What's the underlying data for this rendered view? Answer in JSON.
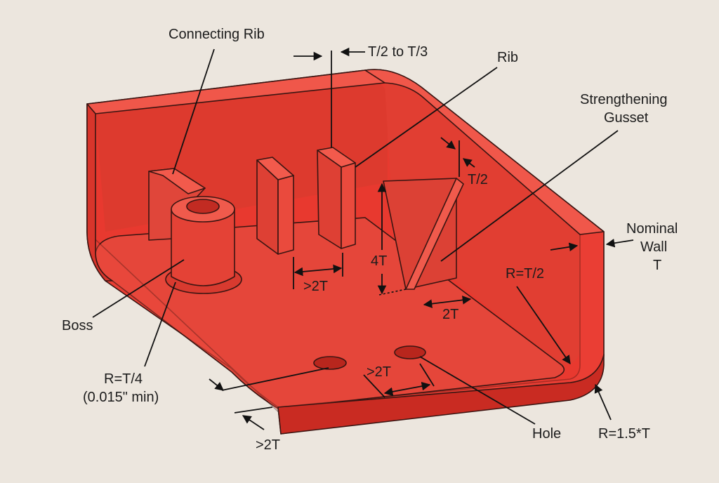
{
  "labels": {
    "connecting_rib": "Connecting Rib",
    "rib_thickness": "T/2 to T/3",
    "rib": "Rib",
    "gusset_line1": "Strengthening",
    "gusset_line2": "Gusset",
    "gusset_thickness": "T/2",
    "nominal_wall_line1": "Nominal",
    "nominal_wall_line2": "Wall",
    "nominal_wall_line3": "T",
    "gusset_height": "4T",
    "rib_spacing": ">2T",
    "gusset_base": "2T",
    "inner_radius": "R=T/2",
    "boss": "Boss",
    "boss_radius_line1": "R=T/4",
    "boss_radius_line2": "(0.015\" min)",
    "hole_spacing": ">2T",
    "edge_distance": ">2T",
    "hole": "Hole",
    "outer_radius": "R=1.5*T"
  },
  "colors": {
    "background": "#ece6de",
    "part_base": "#e8392f",
    "part_floor": "#e5463a",
    "part_wall_inner": "#dd3a2e",
    "part_edge": "#c92b22",
    "outline": "#3a1512",
    "text": "#1c1c1c"
  }
}
